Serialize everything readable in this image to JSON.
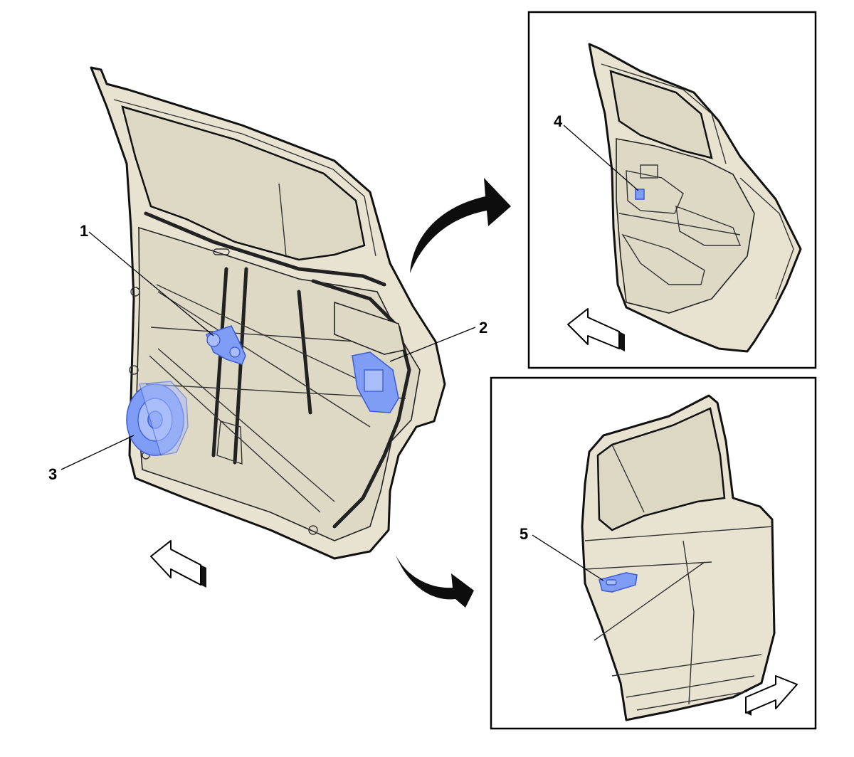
{
  "callouts": {
    "c1": "1",
    "c2": "2",
    "c3": "3",
    "c4": "4",
    "c5": "5"
  },
  "colors": {
    "highlight": "#7f9df5",
    "door_fill": "#e8e3d0",
    "outline": "#111111"
  }
}
